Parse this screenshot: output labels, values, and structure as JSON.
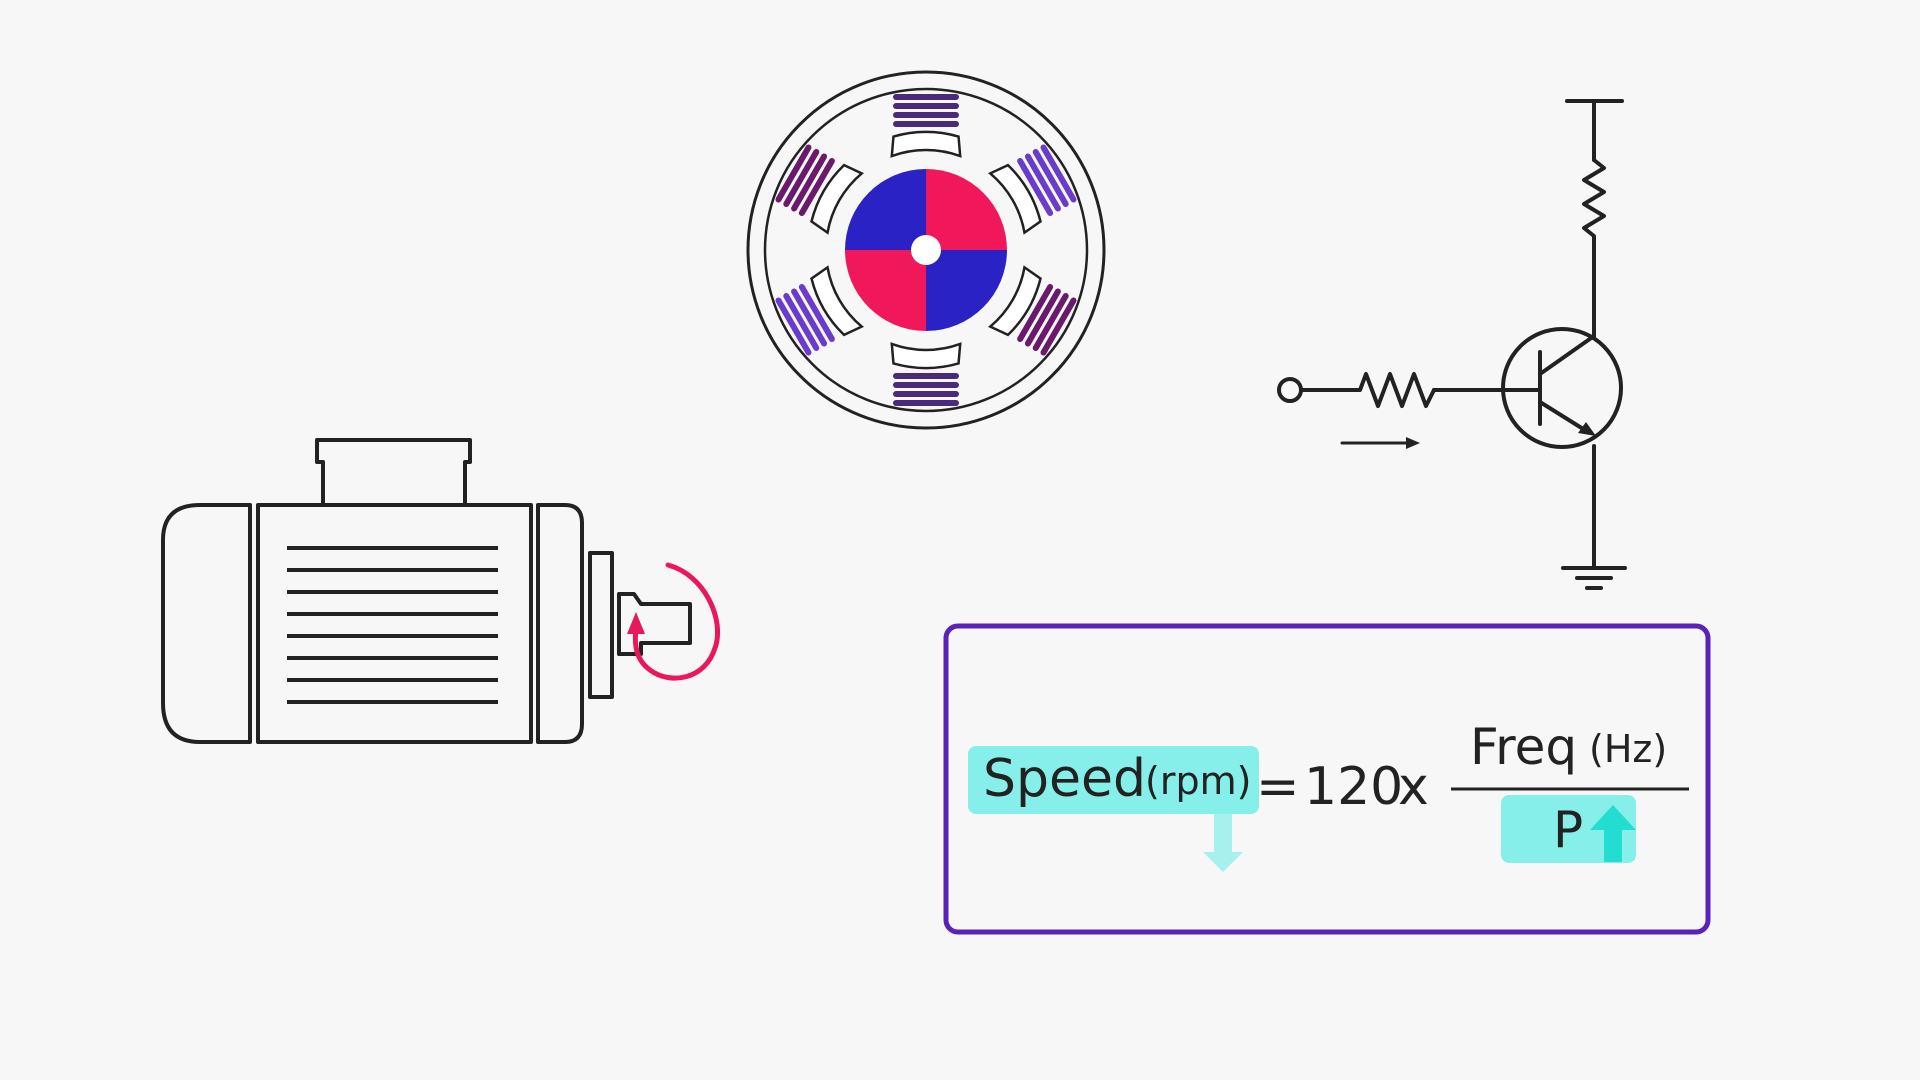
{
  "colors": {
    "background": "#f7f7f7",
    "line": "#222222",
    "rotor_red": "#f0185a",
    "rotor_blue": "#2a22c4",
    "coil_purple": "#4a2a7a",
    "coil_violet": "#6a3ccc",
    "coil_magenta": "#6a1a6a",
    "rotation_arrow": "#e8185a",
    "formula_border": "#5a22b8",
    "highlight": "#86efea",
    "arrow_cyan": "#22ddd0",
    "arrow_light": "#a8f0ee"
  },
  "formula": {
    "speed_label": "Speed",
    "speed_unit": "(rpm)",
    "equals": "=",
    "constant": "120",
    "times": "x",
    "numerator_label": "Freq",
    "numerator_unit": "(Hz)",
    "denominator_label": "P",
    "speed_trend": "down",
    "poles_trend": "up"
  },
  "icons": {
    "motor": "electric-motor-icon",
    "rotation": "rotation-arrow-icon",
    "stator": "stator-rotor-diagram",
    "circuit": "transistor-switch-circuit"
  }
}
